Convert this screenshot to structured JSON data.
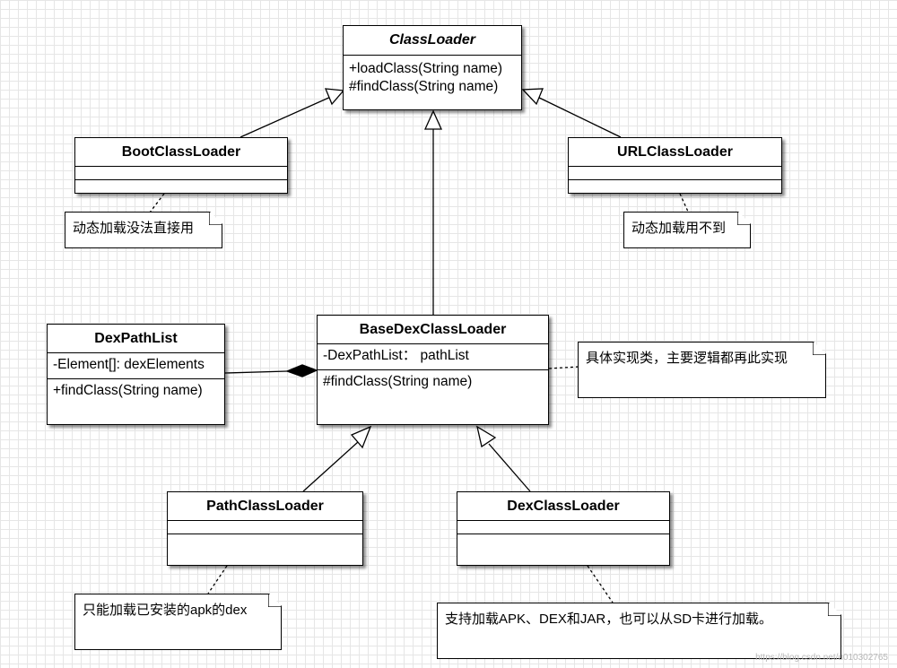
{
  "classes": {
    "classloader": {
      "name": "ClassLoader",
      "methods": [
        "+loadClass(String name)",
        "#findClass(String name)"
      ]
    },
    "bootclassloader": {
      "name": "BootClassLoader"
    },
    "urlclassloader": {
      "name": "URLClassLoader"
    },
    "basedexclassloader": {
      "name": "BaseDexClassLoader",
      "attributes": [
        "-DexPathList： pathList"
      ],
      "methods": [
        "#findClass(String name)"
      ]
    },
    "dexpathlist": {
      "name": "DexPathList",
      "attributes": [
        "-Element[]: dexElements"
      ],
      "methods": [
        "+findClass(String name)"
      ]
    },
    "pathclassloader": {
      "name": "PathClassLoader"
    },
    "dexclassloader": {
      "name": "DexClassLoader"
    }
  },
  "notes": {
    "boot": "动态加载没法直接用",
    "url": "动态加载用不到",
    "basedex": "具体实现类，主要逻辑都再此实现",
    "path": "只能加载已安装的apk的dex",
    "dex": "支持加载APK、DEX和JAR，也可以从SD卡进行加载。"
  },
  "watermark": "https://blog.csdn.net/u010302765"
}
